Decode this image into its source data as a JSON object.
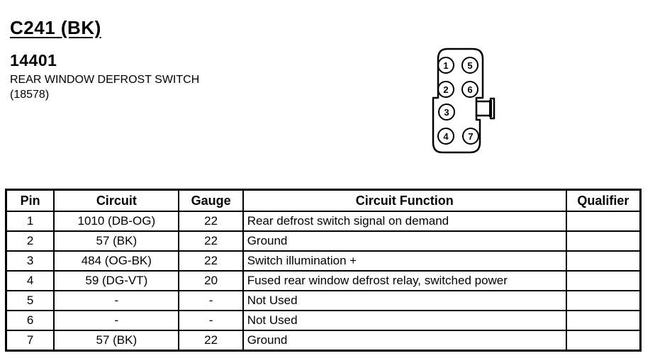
{
  "header": {
    "connector_id": "C241 (BK)",
    "part_number": "14401",
    "description": "REAR WINDOW DEFROST SWITCH",
    "basic_part_number": "(18578)"
  },
  "connector": {
    "pins": [
      "1",
      "2",
      "3",
      "4",
      "5",
      "6",
      "7"
    ]
  },
  "table": {
    "columns": [
      "Pin",
      "Circuit",
      "Gauge",
      "Circuit Function",
      "Qualifier"
    ],
    "rows": [
      {
        "pin": "1",
        "circuit": "1010 (DB-OG)",
        "gauge": "22",
        "function": "Rear defrost switch signal on demand",
        "qualifier": ""
      },
      {
        "pin": "2",
        "circuit": "57 (BK)",
        "gauge": "22",
        "function": "Ground",
        "qualifier": ""
      },
      {
        "pin": "3",
        "circuit": "484 (OG-BK)",
        "gauge": "22",
        "function": "Switch illumination +",
        "qualifier": ""
      },
      {
        "pin": "4",
        "circuit": "59 (DG-VT)",
        "gauge": "20",
        "function": "Fused rear window defrost relay, switched power",
        "qualifier": ""
      },
      {
        "pin": "5",
        "circuit": "-",
        "gauge": "-",
        "function": "Not Used",
        "qualifier": ""
      },
      {
        "pin": "6",
        "circuit": "-",
        "gauge": "-",
        "function": "Not Used",
        "qualifier": ""
      },
      {
        "pin": "7",
        "circuit": "57 (BK)",
        "gauge": "22",
        "function": "Ground",
        "qualifier": ""
      }
    ]
  }
}
